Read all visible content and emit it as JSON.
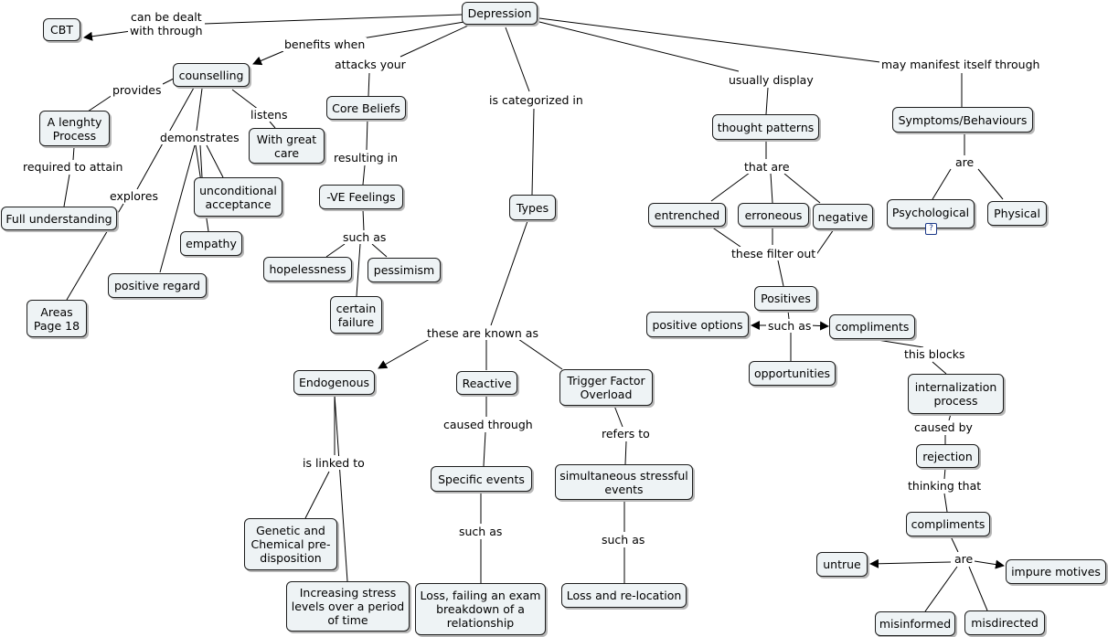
{
  "colors": {
    "node_fill": "#eef3f5",
    "node_border": "#1c1c1c",
    "line": "#000000"
  },
  "icons": {
    "attachment": "document-attachment-icon"
  },
  "nodes": {
    "depression": "Depression",
    "cbt": "CBT",
    "counselling": "counselling",
    "lengthy_process": "A lenghty\nProcess",
    "full_understanding": "Full understanding",
    "areas": "Areas\nPage 18",
    "great_care": "With great\ncare",
    "unconditional": "unconditional\nacceptance",
    "empathy": "empathy",
    "positive_regard": "positive regard",
    "core_beliefs": "Core Beliefs",
    "ve_feelings": "-VE Feelings",
    "hopelessness": "hopelessness",
    "pessimism": "pessimism",
    "certain_failure": "certain\nfailure",
    "types": "Types",
    "endogenous": "Endogenous",
    "reactive": "Reactive",
    "trigger": "Trigger Factor\nOverload",
    "genetic": "Genetic and\nChemical pre-\ndisposition",
    "stress": "Increasing stress\nlevels over a period\nof time",
    "specific_events": "Specific events",
    "loss_exam": "Loss, failing an exam\nbreakdown of a\nrelationship",
    "simultaneous": "simultaneous stressful\nevents",
    "relocation": "Loss and re-location",
    "thought_patterns": "thought patterns",
    "entrenched": "entrenched",
    "erroneous": "erroneous",
    "negative": "negative",
    "positives": "Positives",
    "positive_options": "positive options",
    "compliments1": "compliments",
    "opportunities": "opportunities",
    "internalization": "internalization\nprocess",
    "rejection": "rejection",
    "compliments2": "compliments",
    "untrue": "untrue",
    "impure": "impure motives",
    "misinformed": "misinformed",
    "misdirected": "misdirected",
    "symptoms": "Symptoms/Behaviours",
    "psychological": "Psychological",
    "physical": "Physical"
  },
  "links": {
    "can_be_dealt": "can be dealt\nwith through",
    "benefits_when": "benefits when",
    "attacks_your": "attacks your",
    "is_categorized": "is categorized in",
    "usually_display": "usually display",
    "may_manifest": "may manifest itself through",
    "provides": "provides",
    "required_to_attain": "required to attain",
    "explores": "explores",
    "demonstrates": "demonstrates",
    "listens": "listens",
    "resulting_in": "resulting in",
    "such_as_ve": "such as",
    "these_known_as": "these  are known as",
    "is_linked_to": "is linked to",
    "caused_through": "caused through",
    "refers_to": "refers to",
    "such_as_specific": "such as",
    "such_as_simul": "such as",
    "that_are": "that are",
    "these_filter_out": "these filter out",
    "such_as_pos": "such as",
    "this_blocks": "this blocks",
    "caused_by": "caused by",
    "thinking_that": "thinking that",
    "are_compliments": "are",
    "are_symptoms": "are"
  }
}
